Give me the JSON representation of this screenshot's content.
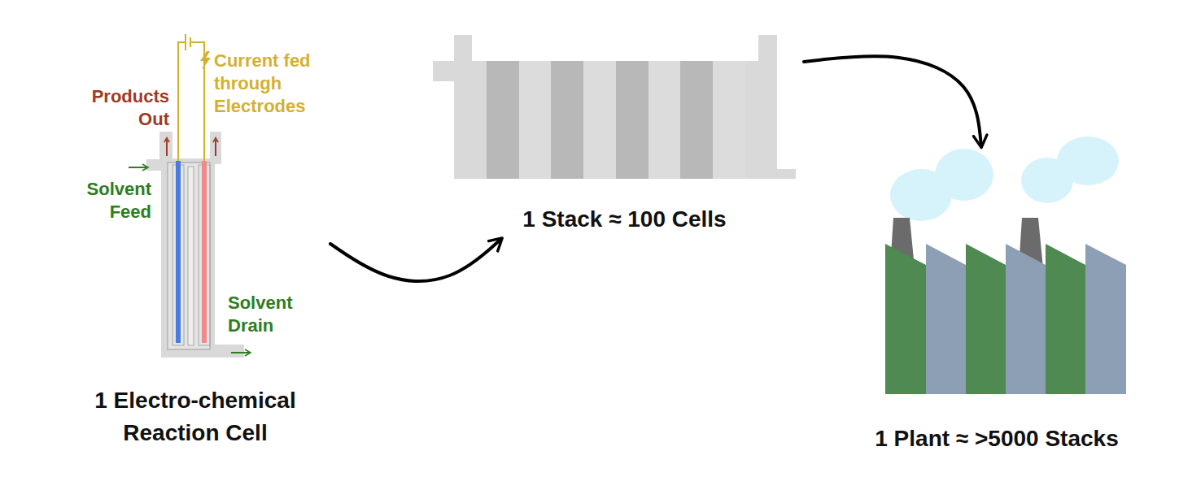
{
  "diagram": {
    "nodes": [
      {
        "text": [
          "1 Electro-chemical Reaction Cell"
        ]
      },
      {
        "text": [
          "1 Stack ≈ 100 Cells"
        ]
      },
      {
        "text": [
          "1 Plant ≈ >5000 Stacks"
        ]
      }
    ],
    "edges": [
      {
        "from": 0,
        "to": 1,
        "arrow": "to"
      },
      {
        "from": 1,
        "to": 2,
        "arrow": "to"
      }
    ],
    "labels": [
      "Products Out",
      "Current fed through Electrodes",
      "Solvent Feed",
      "Solvent Drain"
    ]
  }
}
